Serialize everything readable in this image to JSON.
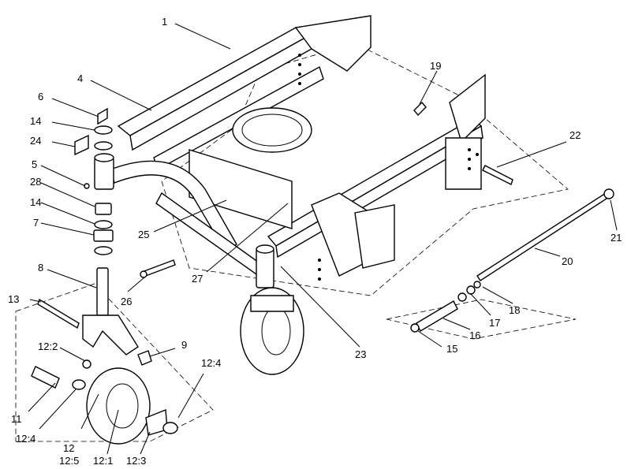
{
  "callouts": {
    "c1": "1",
    "c4": "4",
    "c6": "6",
    "c14a": "14",
    "c24": "24",
    "c5": "5",
    "c28": "28",
    "c14b": "14",
    "c7": "7",
    "c8": "8",
    "c13": "13",
    "c12_2": "12:2",
    "c11": "11",
    "c12_4a": "12:4",
    "c12": "12",
    "c12_5": "12:5",
    "c12_1": "12:1",
    "c12_3": "12:3",
    "c12_4b": "12:4",
    "c9": "9",
    "c26": "26",
    "c25": "25",
    "c27": "27",
    "c23": "23",
    "c19": "19",
    "c22": "22",
    "c21": "21",
    "c20": "20",
    "c18": "18",
    "c17": "17",
    "c16": "16",
    "c15": "15"
  }
}
